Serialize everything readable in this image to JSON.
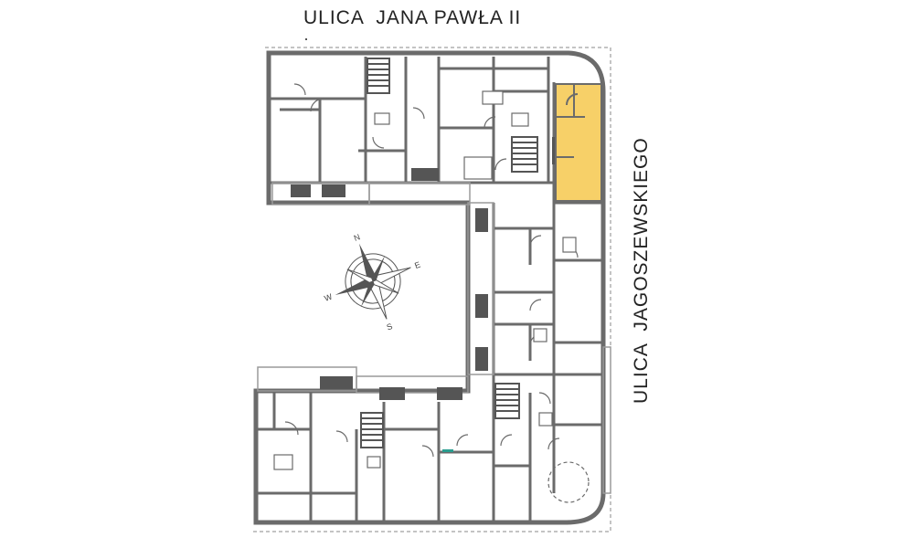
{
  "streets": {
    "north": "ULICA  JANA PAWŁA II",
    "east": "ULICA  JAGOSZEWSKIEGO"
  },
  "compass": {
    "n": "N",
    "e": "E",
    "s": "S",
    "w": "W"
  },
  "highlight": {
    "color": "#F7D068",
    "unit": "corner unit, north-east wing"
  },
  "colors": {
    "wall": "#6b6b6b",
    "outline": "#9a9a9a",
    "stairs": "#555555"
  }
}
